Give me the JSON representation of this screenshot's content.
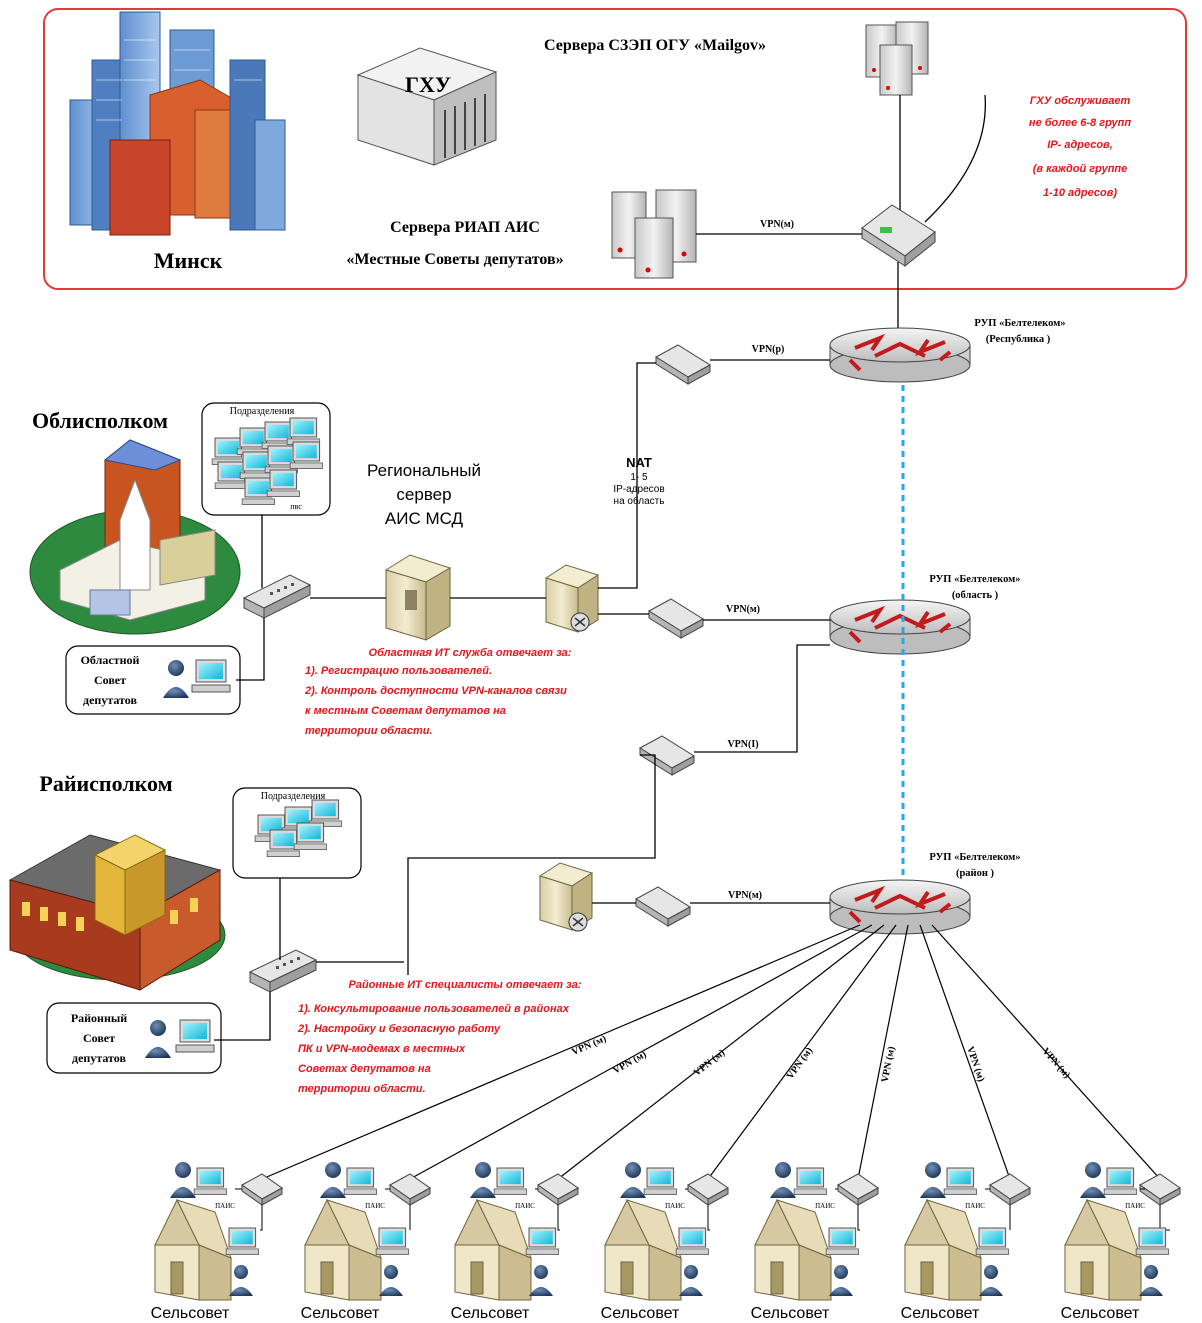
{
  "top": {
    "city": "Минск",
    "ghu_label": "ГХУ",
    "mailgov_servers": "Сервера СЗЭП ОГУ «Mailgov»",
    "riap_line1": "Сервера РИАП АИС",
    "riap_line2": "«Местные Советы депутатов»",
    "ghu_note": [
      "ГХУ  обслуживает",
      "не более 6-8  групп",
      "IP- адресов,",
      "(в каждой группе",
      "1-10 адресов)"
    ],
    "vpn_label": "VPN(м)"
  },
  "routers": {
    "republic": [
      "РУП «Белтелеком»",
      "(Республика  )"
    ],
    "oblast": [
      "РУП «Белтелеком»",
      "(область )"
    ],
    "rayon": [
      "РУП «Белтелеком»",
      "(район )"
    ]
  },
  "oblast": {
    "title": "Облисполком",
    "subdivisions_label": "Подразделения",
    "pc_label": "пвс",
    "council": [
      "Областной",
      "Совет",
      "депутатов"
    ],
    "regional_server": [
      "Региональный",
      "сервер",
      "АИС МСД"
    ],
    "nat": [
      "NAT",
      "1- 5",
      "IP-адресов",
      "на область"
    ],
    "vpn_rep": "VPN(р)",
    "vpn_obl": "VPN(м)",
    "vpn_down": "VPN(I)",
    "note": [
      "Областная ИТ служба отвечает за:",
      "1). Регистрацию пользователей.",
      "2). Контроль доступности VPN-каналов связи",
      "к местным Советам депутатов на",
      "территории области."
    ]
  },
  "rayon": {
    "title": "Райисполком",
    "subdivisions_label": "Подразделения",
    "council": [
      "Районный",
      "Совет",
      "депутатов"
    ],
    "vpn_label": "VPN(м)",
    "note": [
      "Районные  ИТ специалисты  отвечает за:",
      "1). Консультирование  пользователей в районах",
      "2). Настройку  и безопасную работу",
      "ПК  и  VPN-модемах в местных",
      "Советах депутатов на",
      "территории области."
    ]
  },
  "village": {
    "label": "Сельсовет",
    "pc_label": "ПАИС",
    "links": [
      "VPN (м)",
      "VPN (м)",
      "VPN (м)",
      "VPN (м)",
      "VPN (м)",
      "VPN (м)",
      "VPN (м)"
    ],
    "count": 7
  }
}
